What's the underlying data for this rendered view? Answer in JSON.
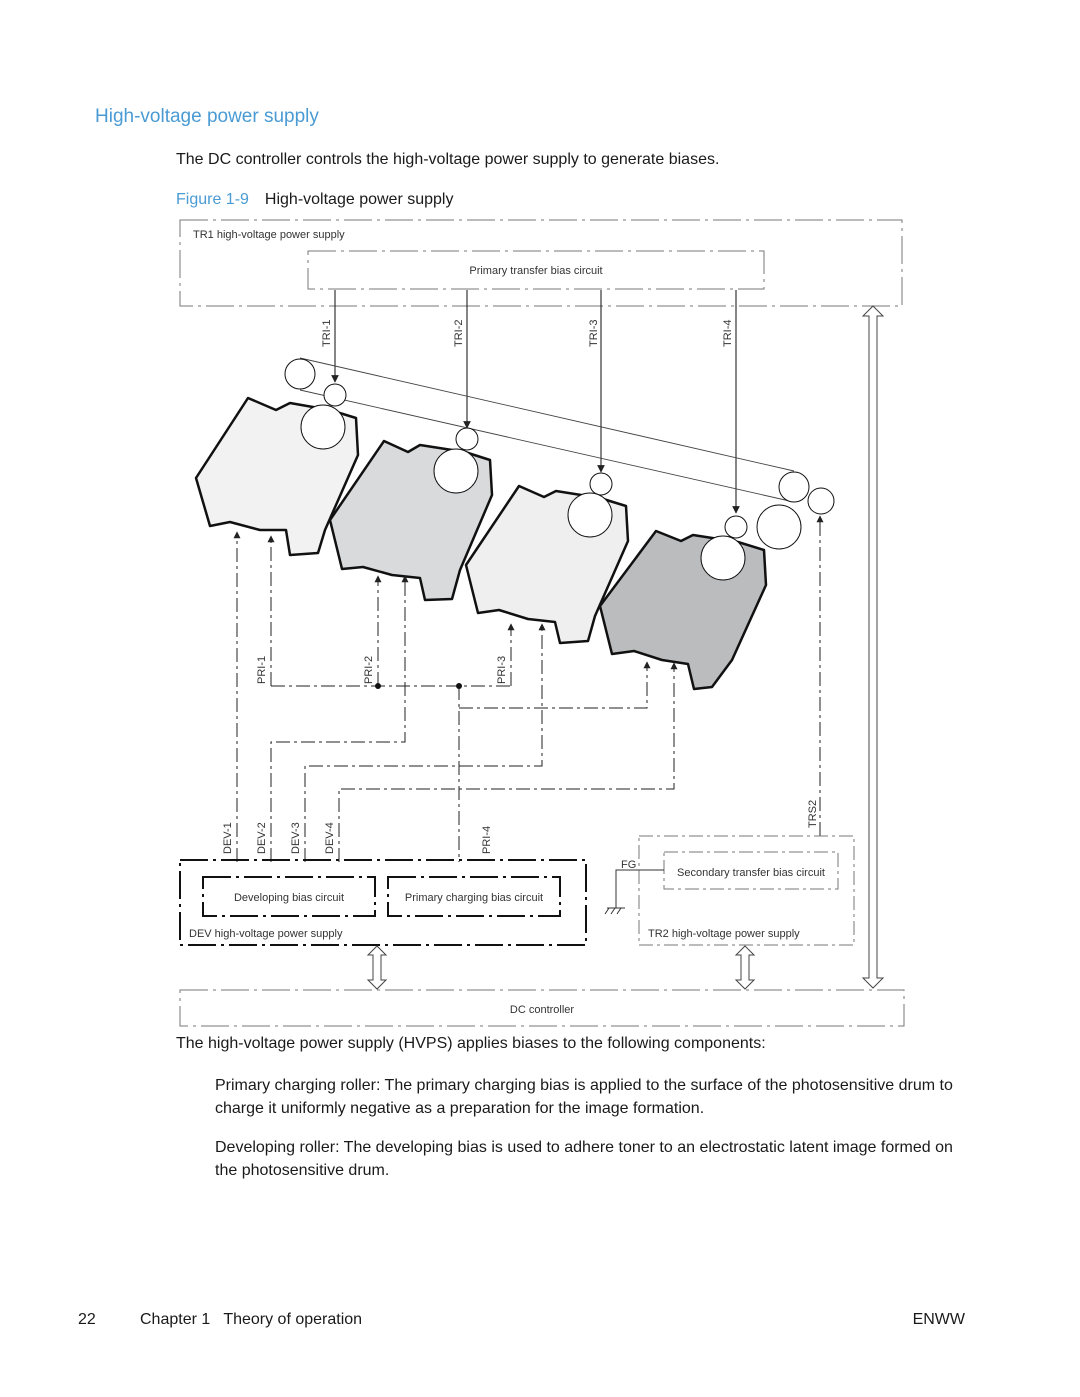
{
  "section": {
    "title": "High-voltage power supply"
  },
  "intro": {
    "text": "The DC controller controls the high-voltage power supply to generate biases."
  },
  "figure": {
    "number": "Figure 1-9",
    "title": "High-voltage power supply"
  },
  "diagram": {
    "tr1_label": "TR1 high-voltage power supply",
    "primary_transfer_label": "Primary transfer bias circuit",
    "tri": [
      "TRI-1",
      "TRI-2",
      "TRI-3",
      "TRI-4"
    ],
    "pri": [
      "PRI-1",
      "PRI-2",
      "PRI-3",
      "PRI-4"
    ],
    "dev": [
      "DEV-1",
      "DEV-2",
      "DEV-3",
      "DEV-4"
    ],
    "trs2": "TRS2",
    "fg": "FG",
    "developing_bias_label": "Developing bias circuit",
    "primary_charging_label": "Primary charging bias circuit",
    "dev_hvps_label": "DEV high-voltage power supply",
    "secondary_transfer_label": "Secondary transfer bias circuit",
    "tr2_label": "TR2 high-voltage power supply",
    "dc_controller_label": "DC controller",
    "cartridge_fills": [
      "#f1f2f1",
      "#d9dadb",
      "#eeefee",
      "#bbbcbd"
    ]
  },
  "body": {
    "paragraph": "The high-voltage power supply (HVPS) applies biases to the following components:",
    "bullets": [
      "Primary charging roller: The primary charging bias is applied to the surface of the photosensitive drum to charge it uniformly negative as a preparation for the image formation.",
      "Developing roller: The developing bias is used to adhere toner to an electrostatic latent image formed on the photosensitive drum."
    ]
  },
  "footer": {
    "page": "22",
    "chapter": "Chapter 1   Theory of operation",
    "right": "ENWW"
  }
}
